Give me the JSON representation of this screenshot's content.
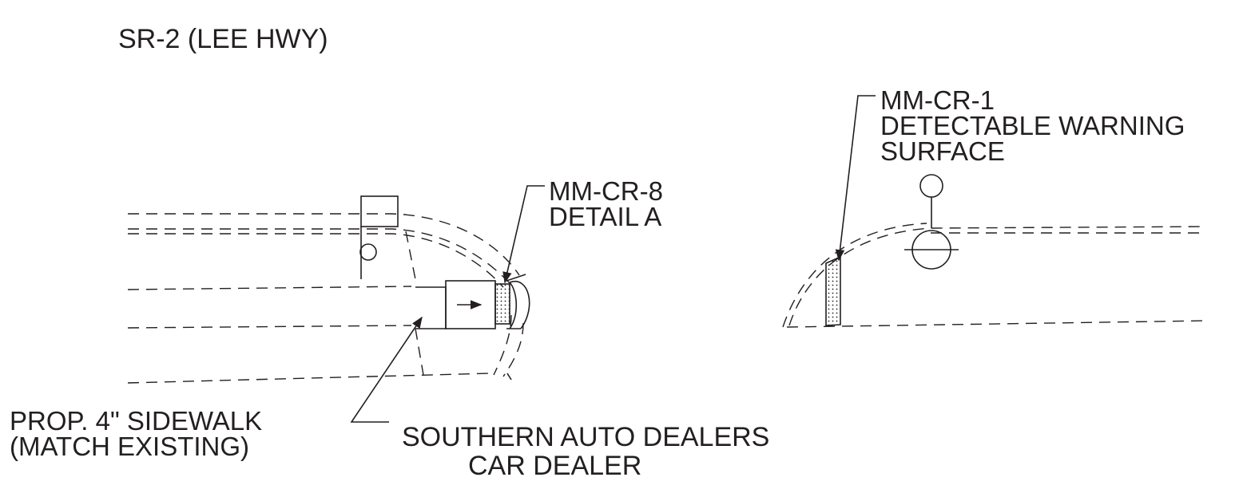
{
  "labels": {
    "road": "SR-2 (LEE HWY)",
    "callout_right_1": "MM-CR-1",
    "callout_right_2": "DETECTABLE WARNING",
    "callout_right_3": "SURFACE",
    "callout_left_1": "MM-CR-8",
    "callout_left_2": "DETAIL A",
    "sidewalk_1": "PROP. 4\" SIDEWALK",
    "sidewalk_2": "(MATCH EXISTING)",
    "owner_1": "SOUTHERN AUTO DEALERS",
    "owner_2": "CAR DEALER"
  },
  "colors": {
    "ink": "#231f20",
    "background": "#ffffff"
  }
}
